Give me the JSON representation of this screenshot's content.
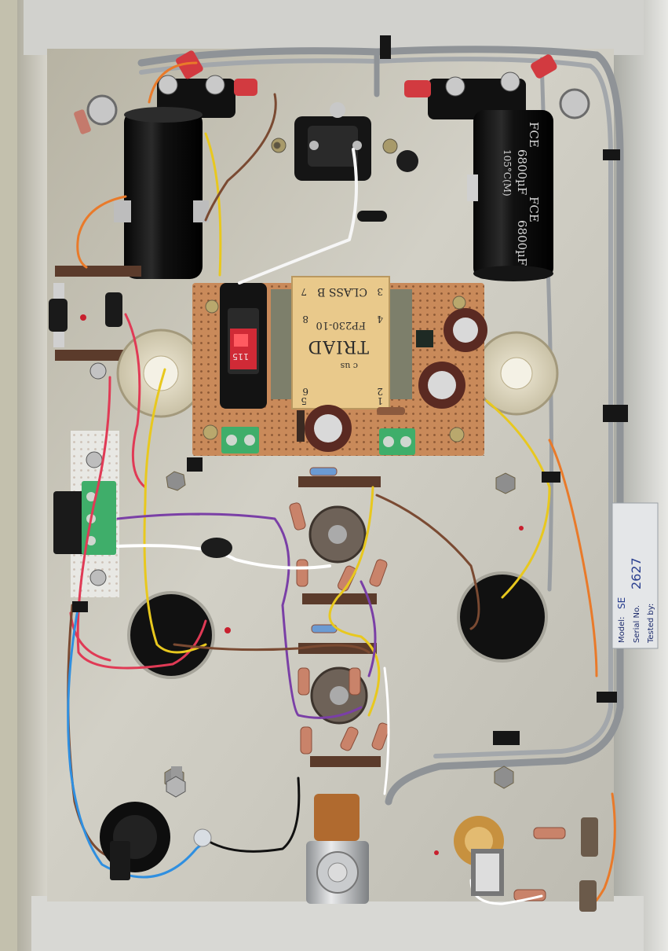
{
  "transformer": {
    "class_label": "CLASS B",
    "model": "FP230-10",
    "brand": "TRIAD",
    "cert": "c us",
    "pins_top": [
      "7",
      "8",
      "6",
      "5"
    ],
    "pins_bottom": [
      "3",
      "4",
      "2",
      "1"
    ]
  },
  "capacitor_right": {
    "brand": "FCE",
    "rating": "6800µF",
    "temp": "105°C(M)"
  },
  "power_switch": {
    "mark": "115"
  },
  "serial_tag": {
    "model_label": "Model:",
    "model_value": "SE",
    "serial_label": "Serial No.",
    "serial_value": "2627",
    "tested_label": "Tested by:"
  },
  "colors": {
    "chassis": "#cfd0cd",
    "chassis_floor": "#c4c2b6",
    "perfboard": "#c98a5a",
    "transformer_core": "#7d7f6b",
    "terminal_green": "#3fae6a",
    "wire_red": "#e03a55",
    "wire_yellow": "#e8c81e",
    "wire_purple": "#7a3fa6",
    "wire_brown": "#7a4a32",
    "wire_blue": "#2f8fe0",
    "wire_grey": "#8f9397",
    "wire_orange": "#e97a2a"
  }
}
